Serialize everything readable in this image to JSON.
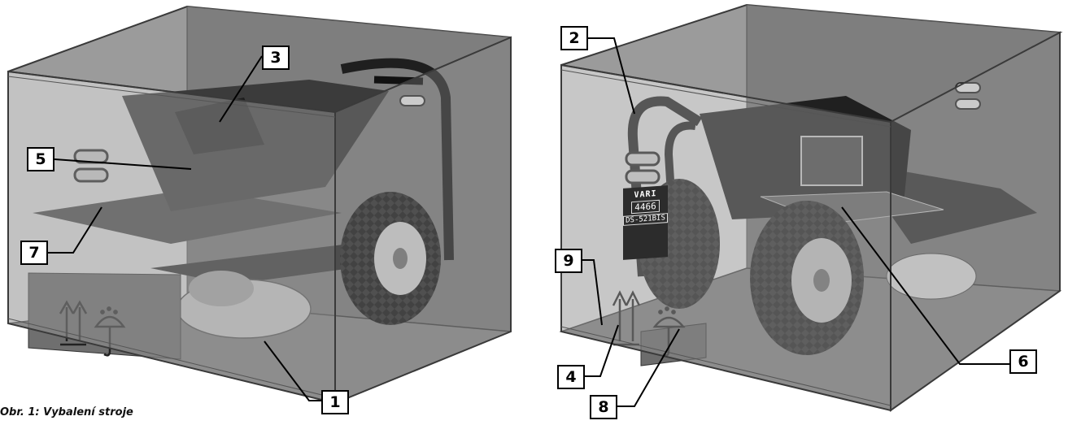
{
  "caption": "Obr. 1: Vybalení stroje",
  "callouts": {
    "c1": "1",
    "c2": "2",
    "c3": "3",
    "c4": "4",
    "c5": "5",
    "c6": "6",
    "c7": "7",
    "c8": "8",
    "c9": "9"
  },
  "plate": {
    "brand": "VARI",
    "number": "4466",
    "model": "DS-521BIS"
  },
  "colors": {
    "box_glass": "#8e8e8e",
    "box_edge": "#3a3a3a",
    "machine_dark": "#262626",
    "background": "#ffffff"
  }
}
